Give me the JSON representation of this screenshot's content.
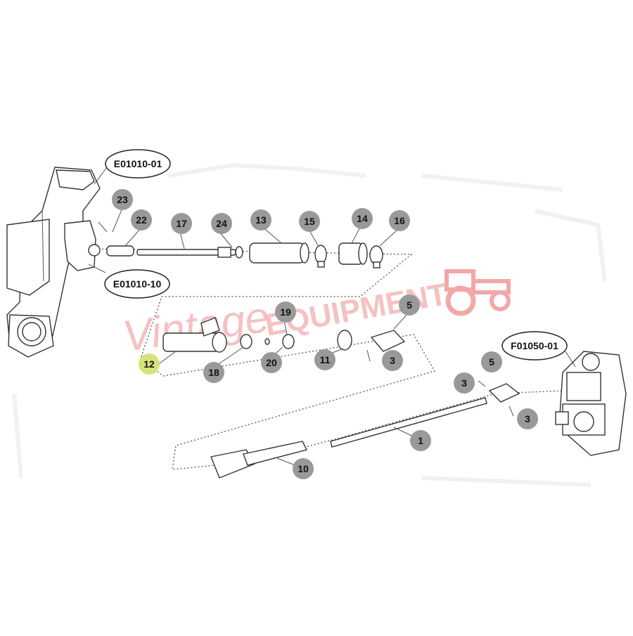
{
  "diagram": {
    "watermark": {
      "text": "EQUIPMENT",
      "script": "Vintage",
      "color": "#f4b0b0"
    },
    "reference_labels": [
      {
        "id": "ref-e01010-01",
        "text": "E01010-01"
      },
      {
        "id": "ref-e01010-10",
        "text": "E01010-10"
      },
      {
        "id": "ref-f01050-01",
        "text": "F01050-01"
      }
    ],
    "callouts": [
      {
        "id": "callout-23",
        "text": "23"
      },
      {
        "id": "callout-22",
        "text": "22"
      },
      {
        "id": "callout-17",
        "text": "17"
      },
      {
        "id": "callout-24",
        "text": "24"
      },
      {
        "id": "callout-13",
        "text": "13"
      },
      {
        "id": "callout-15",
        "text": "15"
      },
      {
        "id": "callout-14",
        "text": "14"
      },
      {
        "id": "callout-16",
        "text": "16"
      },
      {
        "id": "callout-19",
        "text": "19"
      },
      {
        "id": "callout-5a",
        "text": "5"
      },
      {
        "id": "callout-12",
        "text": "12",
        "highlight": "#d7e37a"
      },
      {
        "id": "callout-18",
        "text": "18"
      },
      {
        "id": "callout-20",
        "text": "20"
      },
      {
        "id": "callout-11",
        "text": "11"
      },
      {
        "id": "callout-3a",
        "text": "3"
      },
      {
        "id": "callout-5b",
        "text": "5"
      },
      {
        "id": "callout-3b",
        "text": "3"
      },
      {
        "id": "callout-3c",
        "text": "3"
      },
      {
        "id": "callout-1",
        "text": "1"
      },
      {
        "id": "callout-10",
        "text": "10"
      }
    ],
    "colors": {
      "badge": "#999999",
      "line": "#333333",
      "highlight": "#d7e37a"
    }
  }
}
